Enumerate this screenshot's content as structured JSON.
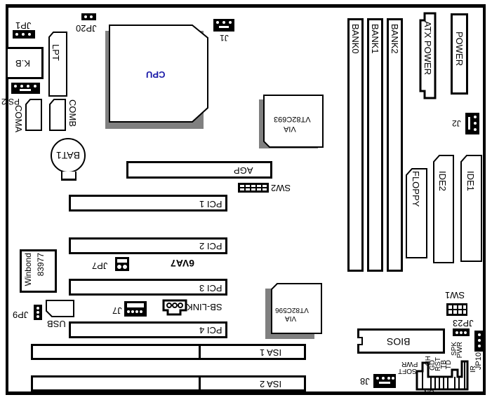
{
  "board": {
    "model": "6VA7",
    "cpu": {
      "label": "CPU",
      "color": "#1a1aa8"
    },
    "northbridge": {
      "vendor": "VIA",
      "part": "VT82C693"
    },
    "southbridge": {
      "vendor": "VIA",
      "part": "VT82C596"
    },
    "superio": {
      "vendor": "Winbond",
      "part": "83977"
    },
    "battery": "BAT1",
    "bios": "BIOS",
    "memory": [
      "BANK0",
      "BANK1",
      "BANK2"
    ],
    "power": {
      "atx": "ATX POWER",
      "at": "POWER"
    },
    "drives": {
      "floppy": "FLOPPY",
      "ide2": "IDE2",
      "ide1": "IDE1"
    },
    "slots": {
      "agp": "AGP",
      "pci": [
        "PCI 1",
        "PCI 2",
        "PCI 3",
        "PCI 4"
      ],
      "isa": [
        "ISA 1",
        "ISA 2"
      ]
    },
    "ports": {
      "kb": "K.B",
      "lpt": "LPT",
      "ps2": "PS/2",
      "coma": "COMA",
      "comb": "COMB",
      "usb": "USB",
      "sblink": "SB-LINK"
    },
    "jumpers": {
      "jp1": "JP1",
      "jp20": "JP20",
      "j1": "J1",
      "j2": "J2",
      "jp7": "JP7",
      "j7": "J7",
      "jp9": "JP9",
      "jp23": "JP23",
      "jp10": "JP10",
      "j8": "J8",
      "sw1": "SW1",
      "sw2": "SW2"
    },
    "front_panel": {
      "ir": "IR",
      "pwr": "PWR",
      "spk": "SPK",
      "td": "TD",
      "tb": "TB",
      "rst": "RST",
      "gd": "GD",
      "hd": "HD",
      "pwr2": "PWR",
      "soft": "SOFT",
      "gn": "GN"
    }
  }
}
